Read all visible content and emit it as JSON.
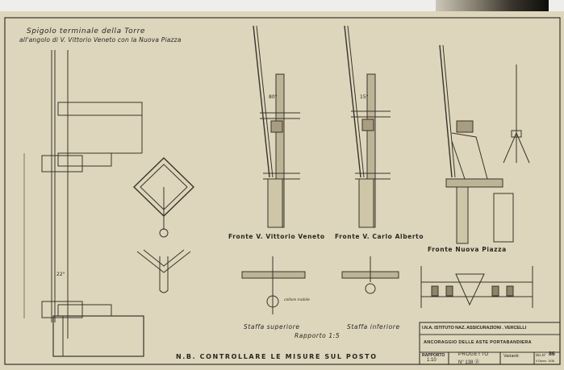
{
  "drawing": {
    "title_line1": "Spigolo terminale della Torre",
    "title_line2": "all'angolo di V. Vittorio Veneto con la Nuova Piazza",
    "views": [
      {
        "label": "Fronte V. Vittorio Veneto"
      },
      {
        "label": "Fronte V. Carlo Alberto"
      },
      {
        "label": "Fronte Nuova Piazza"
      }
    ],
    "details": {
      "upper": "Staffa superiore",
      "lower": "Staffa inferiore",
      "scale": "Rapporto 1:5",
      "collar_note": "collare mobile"
    },
    "angles": [
      "80°",
      "15°",
      "22°"
    ],
    "note": "N.B. CONTROLLARE LE MISURE SUL POSTO"
  },
  "title_block": {
    "institute": "I.N.A. ISTITUTO NAZ. ASSICURAZIONI . VERCELLI",
    "subject": "ANCORAGGIO DELLE ASTE PORTABANDIERA",
    "rapporto_label": "RAPPORTO",
    "rapporto_value": "1:10",
    "progetto_label": "PROGETTO",
    "progetto_value": "N° 138 ⓓ",
    "varianti_label": "Varianti:",
    "dis_label": "Dis.N°",
    "dis_value": "86",
    "date": "9 Dicem. 1936"
  }
}
